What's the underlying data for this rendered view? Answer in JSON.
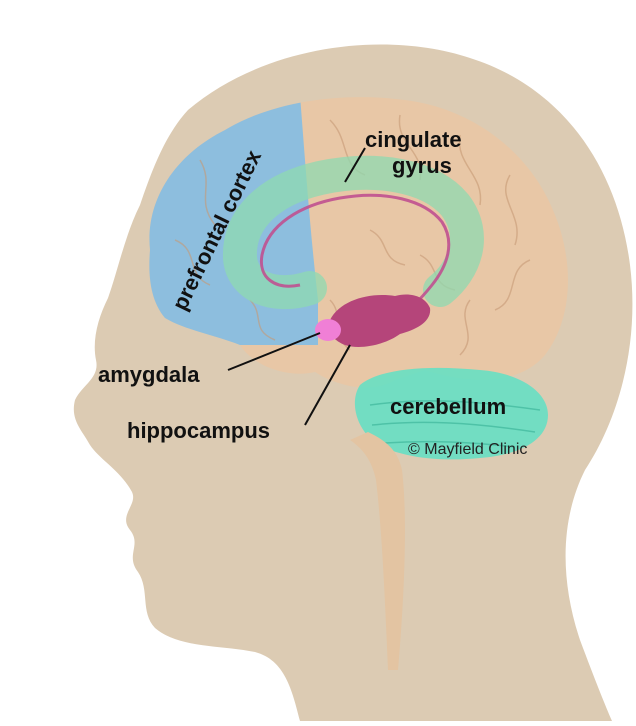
{
  "diagram": {
    "labels": {
      "prefrontal_cortex": "prefrontal cortex",
      "cingulate_line1": "cingulate",
      "cingulate_line2": "gyrus",
      "amygdala": "amygdala",
      "hippocampus": "hippocampus",
      "cerebellum": "cerebellum"
    },
    "credit": "© Mayfield Clinic"
  },
  "colors": {
    "head": "#dccbb3",
    "brain": "#e8c7a6",
    "prefrontal": "#7fbde6",
    "cingulate": "#8fd9b0",
    "hippocampus": "#b5457a",
    "amygdala": "#f07fd6",
    "cerebellum": "#5fe0c4"
  }
}
